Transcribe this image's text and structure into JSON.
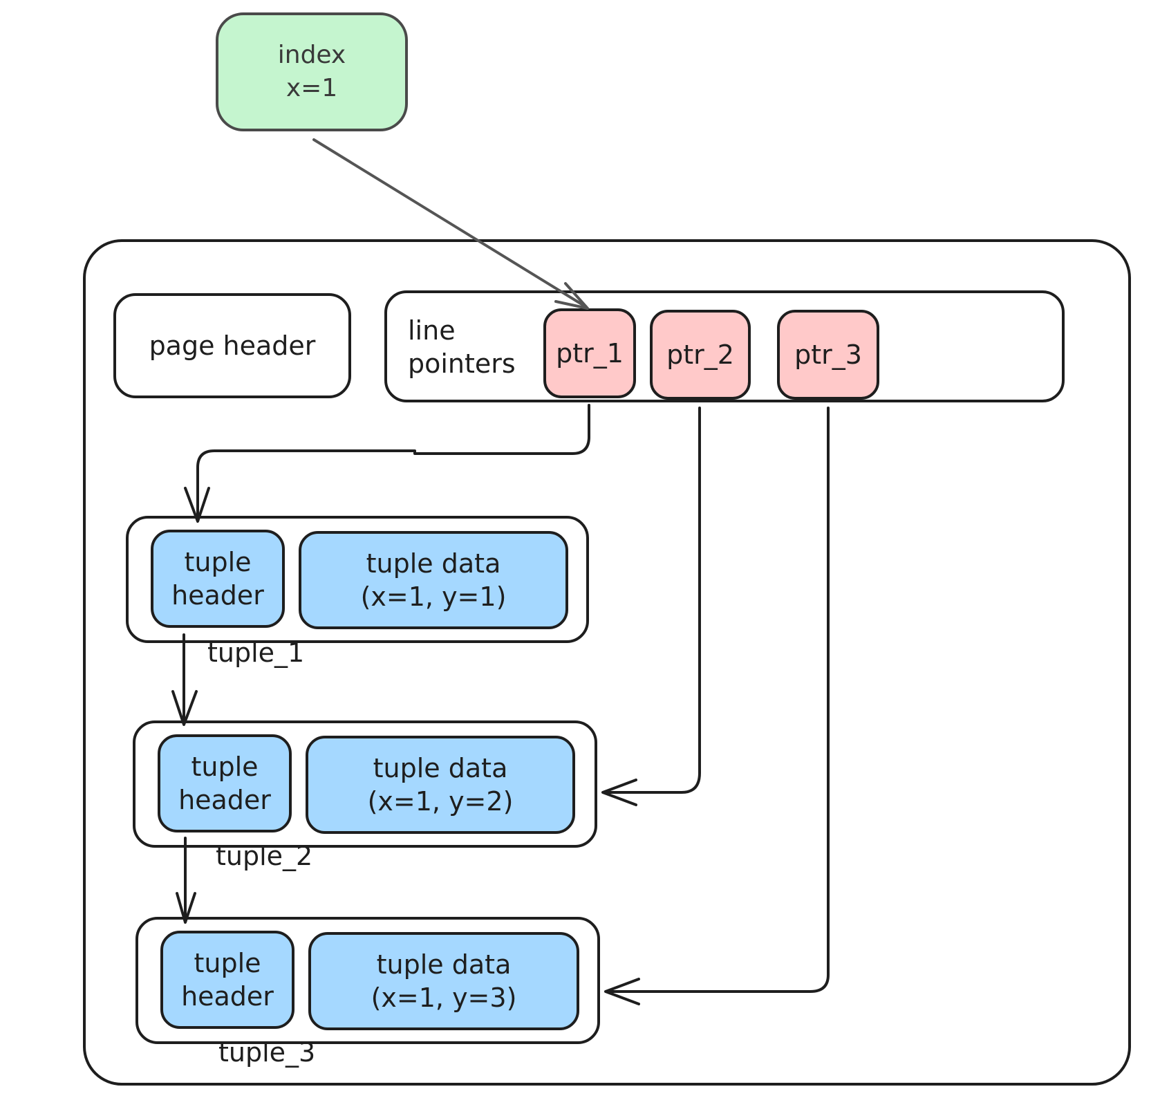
{
  "diagram": {
    "index_node": {
      "line1": "index",
      "line2": "x=1"
    },
    "page": {
      "page_header": "page header",
      "line_pointers": {
        "line1": "line",
        "line2": "pointers"
      },
      "pointers": [
        "ptr_1",
        "ptr_2",
        "ptr_3"
      ]
    },
    "tuples": [
      {
        "name": "tuple_1",
        "header_line1": "tuple",
        "header_line2": "header",
        "data_line1": "tuple data",
        "data_line2": "(x=1, y=1)"
      },
      {
        "name": "tuple_2",
        "header_line1": "tuple",
        "header_line2": "header",
        "data_line1": "tuple data",
        "data_line2": "(x=1, y=2)"
      },
      {
        "name": "tuple_3",
        "header_line1": "tuple",
        "header_line2": "header",
        "data_line1": "tuple data",
        "data_line2": "(x=1, y=3)"
      }
    ],
    "colors": {
      "index": "#c5f5cf",
      "pointer": "#ffc9c9",
      "tuple_part": "#a5d8ff",
      "stroke": "#1e1e1e"
    }
  }
}
